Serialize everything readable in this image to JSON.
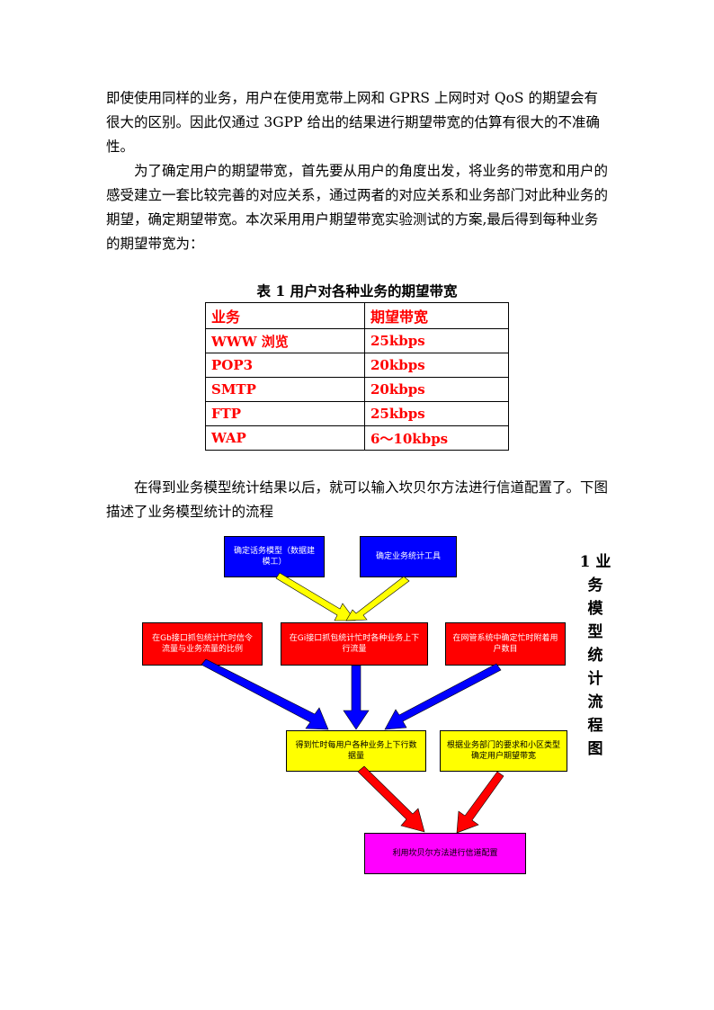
{
  "paragraphs": {
    "p1": "即使使用同样的业务，用户在使用宽带上网和 GPRS 上网时对 QoS 的期望会有很大的区别。因此仅通过 3GPP 给出的结果进行期望带宽的估算有很大的不准确性。",
    "p2": "为了确定用户的期望带宽，首先要从用户的角度出发，将业务的带宽和用户的感受建立一套比较完善的对应关系，通过两者的对应关系和业务部门对此种业务的期望，确定期望带宽。本次采用用户期望带宽实验测试的方案,最后得到每种业务的期望带宽为：",
    "p3": "在得到业务模型统计结果以后，就可以输入坎贝尔方法进行信道配置了。下图描述了业务模型统计的流程"
  },
  "table": {
    "caption": "表 1 用户对各种业务的期望带宽",
    "headers": [
      "业务",
      "期望带宽"
    ],
    "rows": [
      [
        "WWW 浏览",
        "25kbps"
      ],
      [
        "POP3",
        "20kbps"
      ],
      [
        "SMTP",
        "20kbps"
      ],
      [
        "FTP",
        "25kbps"
      ],
      [
        "WAP",
        "6～10kbps"
      ]
    ]
  },
  "flowchart": {
    "boxes": {
      "top_left": "确定话务模型（数据建模工）",
      "top_right": "确定业务统计工具",
      "mid_left": "在Gb接口抓包统计忙时信令流量与业务流量的比例",
      "mid_center": "在Gi接口抓包统计忙时各种业务上下行流量",
      "mid_right": "在网管系统中确定忙时附着用户数目",
      "low_left": "得到忙时每用户各种业务上下行数据量",
      "low_right": "根据业务部门的要求和小区类型确定用户期望带宽",
      "bottom": "利用坎贝尔方法进行信道配置"
    },
    "colors": {
      "blue": "#0000ff",
      "red": "#ff0000",
      "yellow": "#ffff00",
      "magenta": "#ff00ff"
    },
    "caption_chars": [
      "1 业",
      "务",
      "模",
      "型",
      "统",
      "计",
      "流",
      "程",
      "图"
    ]
  }
}
